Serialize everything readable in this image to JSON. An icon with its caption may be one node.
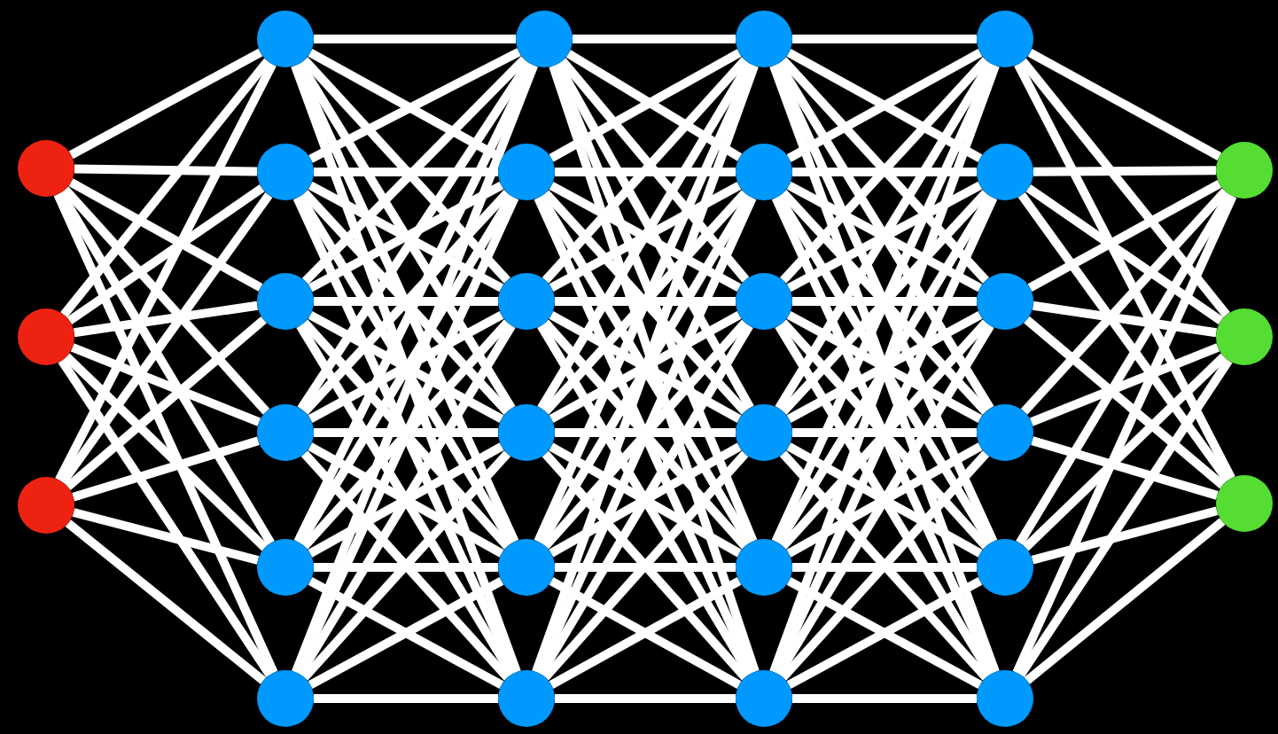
{
  "diagram": {
    "nodes": [
      {
        "text": [],
        "shape": "circle"
      },
      {
        "text": [],
        "shape": "circle"
      },
      {
        "text": [],
        "shape": "circle"
      },
      {
        "text": [],
        "shape": "circle"
      },
      {
        "text": [],
        "shape": "circle"
      },
      {
        "text": [],
        "shape": "circle"
      },
      {
        "text": [],
        "shape": "circle"
      },
      {
        "text": [],
        "shape": "circle"
      },
      {
        "text": [],
        "shape": "circle"
      },
      {
        "text": [],
        "shape": "circle"
      },
      {
        "text": [],
        "shape": "circle"
      },
      {
        "text": [],
        "shape": "circle"
      },
      {
        "text": [],
        "shape": "circle"
      },
      {
        "text": [],
        "shape": "circle"
      },
      {
        "text": [],
        "shape": "circle"
      },
      {
        "text": [],
        "shape": "circle"
      },
      {
        "text": [],
        "shape": "circle"
      },
      {
        "text": [],
        "shape": "circle"
      },
      {
        "text": [],
        "shape": "circle"
      },
      {
        "text": [],
        "shape": "circle"
      },
      {
        "text": [],
        "shape": "circle"
      },
      {
        "text": [],
        "shape": "circle"
      },
      {
        "text": [],
        "shape": "circle"
      },
      {
        "text": [],
        "shape": "circle"
      },
      {
        "text": [],
        "shape": "circle"
      },
      {
        "text": [],
        "shape": "circle"
      },
      {
        "text": [],
        "shape": "circle"
      },
      {
        "text": [],
        "shape": "circle"
      },
      {
        "text": [],
        "shape": "circle"
      },
      {
        "text": [],
        "shape": "circle"
      }
    ],
    "edges": [
      {
        "from": 0,
        "to": 3,
        "arrow": "none"
      },
      {
        "from": 0,
        "to": 4,
        "arrow": "none"
      },
      {
        "from": 0,
        "to": 5,
        "arrow": "none"
      },
      {
        "from": 0,
        "to": 6,
        "arrow": "none"
      },
      {
        "from": 0,
        "to": 7,
        "arrow": "none"
      },
      {
        "from": 0,
        "to": 8,
        "arrow": "none"
      },
      {
        "from": 1,
        "to": 3,
        "arrow": "none"
      },
      {
        "from": 1,
        "to": 4,
        "arrow": "none"
      },
      {
        "from": 1,
        "to": 5,
        "arrow": "none"
      },
      {
        "from": 1,
        "to": 6,
        "arrow": "none"
      },
      {
        "from": 1,
        "to": 7,
        "arrow": "none"
      },
      {
        "from": 1,
        "to": 8,
        "arrow": "none"
      },
      {
        "from": 2,
        "to": 3,
        "arrow": "none"
      },
      {
        "from": 2,
        "to": 4,
        "arrow": "none"
      },
      {
        "from": 2,
        "to": 5,
        "arrow": "none"
      },
      {
        "from": 2,
        "to": 6,
        "arrow": "none"
      },
      {
        "from": 2,
        "to": 7,
        "arrow": "none"
      },
      {
        "from": 2,
        "to": 8,
        "arrow": "none"
      },
      {
        "from": 3,
        "to": 9,
        "arrow": "none"
      },
      {
        "from": 3,
        "to": 10,
        "arrow": "none"
      },
      {
        "from": 3,
        "to": 11,
        "arrow": "none"
      },
      {
        "from": 3,
        "to": 12,
        "arrow": "none"
      },
      {
        "from": 3,
        "to": 13,
        "arrow": "none"
      },
      {
        "from": 3,
        "to": 14,
        "arrow": "none"
      },
      {
        "from": 4,
        "to": 9,
        "arrow": "none"
      },
      {
        "from": 4,
        "to": 10,
        "arrow": "none"
      },
      {
        "from": 4,
        "to": 11,
        "arrow": "none"
      },
      {
        "from": 4,
        "to": 12,
        "arrow": "none"
      },
      {
        "from": 4,
        "to": 13,
        "arrow": "none"
      },
      {
        "from": 4,
        "to": 14,
        "arrow": "none"
      },
      {
        "from": 5,
        "to": 9,
        "arrow": "none"
      },
      {
        "from": 5,
        "to": 10,
        "arrow": "none"
      },
      {
        "from": 5,
        "to": 11,
        "arrow": "none"
      },
      {
        "from": 5,
        "to": 12,
        "arrow": "none"
      },
      {
        "from": 5,
        "to": 13,
        "arrow": "none"
      },
      {
        "from": 5,
        "to": 14,
        "arrow": "none"
      },
      {
        "from": 6,
        "to": 9,
        "arrow": "none"
      },
      {
        "from": 6,
        "to": 10,
        "arrow": "none"
      },
      {
        "from": 6,
        "to": 11,
        "arrow": "none"
      },
      {
        "from": 6,
        "to": 12,
        "arrow": "none"
      },
      {
        "from": 6,
        "to": 13,
        "arrow": "none"
      },
      {
        "from": 6,
        "to": 14,
        "arrow": "none"
      },
      {
        "from": 7,
        "to": 9,
        "arrow": "none"
      },
      {
        "from": 7,
        "to": 10,
        "arrow": "none"
      },
      {
        "from": 7,
        "to": 11,
        "arrow": "none"
      },
      {
        "from": 7,
        "to": 12,
        "arrow": "none"
      },
      {
        "from": 7,
        "to": 13,
        "arrow": "none"
      },
      {
        "from": 7,
        "to": 14,
        "arrow": "none"
      },
      {
        "from": 8,
        "to": 9,
        "arrow": "none"
      },
      {
        "from": 8,
        "to": 10,
        "arrow": "none"
      },
      {
        "from": 8,
        "to": 11,
        "arrow": "none"
      },
      {
        "from": 8,
        "to": 12,
        "arrow": "none"
      },
      {
        "from": 8,
        "to": 13,
        "arrow": "none"
      },
      {
        "from": 8,
        "to": 14,
        "arrow": "none"
      },
      {
        "from": 9,
        "to": 15,
        "arrow": "none"
      },
      {
        "from": 9,
        "to": 16,
        "arrow": "none"
      },
      {
        "from": 9,
        "to": 17,
        "arrow": "none"
      },
      {
        "from": 9,
        "to": 18,
        "arrow": "none"
      },
      {
        "from": 9,
        "to": 19,
        "arrow": "none"
      },
      {
        "from": 9,
        "to": 20,
        "arrow": "none"
      },
      {
        "from": 10,
        "to": 15,
        "arrow": "none"
      },
      {
        "from": 10,
        "to": 16,
        "arrow": "none"
      },
      {
        "from": 10,
        "to": 17,
        "arrow": "none"
      },
      {
        "from": 10,
        "to": 18,
        "arrow": "none"
      },
      {
        "from": 10,
        "to": 19,
        "arrow": "none"
      },
      {
        "from": 10,
        "to": 20,
        "arrow": "none"
      },
      {
        "from": 11,
        "to": 15,
        "arrow": "none"
      },
      {
        "from": 11,
        "to": 16,
        "arrow": "none"
      },
      {
        "from": 11,
        "to": 17,
        "arrow": "none"
      },
      {
        "from": 11,
        "to": 18,
        "arrow": "none"
      },
      {
        "from": 11,
        "to": 19,
        "arrow": "none"
      },
      {
        "from": 11,
        "to": 20,
        "arrow": "none"
      },
      {
        "from": 12,
        "to": 15,
        "arrow": "none"
      },
      {
        "from": 12,
        "to": 16,
        "arrow": "none"
      },
      {
        "from": 12,
        "to": 17,
        "arrow": "none"
      },
      {
        "from": 12,
        "to": 18,
        "arrow": "none"
      },
      {
        "from": 12,
        "to": 19,
        "arrow": "none"
      },
      {
        "from": 12,
        "to": 20,
        "arrow": "none"
      },
      {
        "from": 13,
        "to": 15,
        "arrow": "none"
      },
      {
        "from": 13,
        "to": 16,
        "arrow": "none"
      },
      {
        "from": 13,
        "to": 17,
        "arrow": "none"
      },
      {
        "from": 13,
        "to": 18,
        "arrow": "none"
      },
      {
        "from": 13,
        "to": 19,
        "arrow": "none"
      },
      {
        "from": 13,
        "to": 20,
        "arrow": "none"
      },
      {
        "from": 14,
        "to": 15,
        "arrow": "none"
      },
      {
        "from": 14,
        "to": 16,
        "arrow": "none"
      },
      {
        "from": 14,
        "to": 17,
        "arrow": "none"
      },
      {
        "from": 14,
        "to": 18,
        "arrow": "none"
      },
      {
        "from": 14,
        "to": 19,
        "arrow": "none"
      },
      {
        "from": 14,
        "to": 20,
        "arrow": "none"
      },
      {
        "from": 15,
        "to": 21,
        "arrow": "none"
      },
      {
        "from": 15,
        "to": 22,
        "arrow": "none"
      },
      {
        "from": 15,
        "to": 23,
        "arrow": "none"
      },
      {
        "from": 15,
        "to": 24,
        "arrow": "none"
      },
      {
        "from": 15,
        "to": 25,
        "arrow": "none"
      },
      {
        "from": 15,
        "to": 26,
        "arrow": "none"
      },
      {
        "from": 16,
        "to": 21,
        "arrow": "none"
      },
      {
        "from": 16,
        "to": 22,
        "arrow": "none"
      },
      {
        "from": 16,
        "to": 23,
        "arrow": "none"
      },
      {
        "from": 16,
        "to": 24,
        "arrow": "none"
      },
      {
        "from": 16,
        "to": 25,
        "arrow": "none"
      },
      {
        "from": 16,
        "to": 26,
        "arrow": "none"
      },
      {
        "from": 17,
        "to": 21,
        "arrow": "none"
      },
      {
        "from": 17,
        "to": 22,
        "arrow": "none"
      },
      {
        "from": 17,
        "to": 23,
        "arrow": "none"
      },
      {
        "from": 17,
        "to": 24,
        "arrow": "none"
      },
      {
        "from": 17,
        "to": 25,
        "arrow": "none"
      },
      {
        "from": 17,
        "to": 26,
        "arrow": "none"
      },
      {
        "from": 18,
        "to": 21,
        "arrow": "none"
      },
      {
        "from": 18,
        "to": 22,
        "arrow": "none"
      },
      {
        "from": 18,
        "to": 23,
        "arrow": "none"
      },
      {
        "from": 18,
        "to": 24,
        "arrow": "none"
      },
      {
        "from": 18,
        "to": 25,
        "arrow": "none"
      },
      {
        "from": 18,
        "to": 26,
        "arrow": "none"
      },
      {
        "from": 19,
        "to": 21,
        "arrow": "none"
      },
      {
        "from": 19,
        "to": 22,
        "arrow": "none"
      },
      {
        "from": 19,
        "to": 23,
        "arrow": "none"
      },
      {
        "from": 19,
        "to": 24,
        "arrow": "none"
      },
      {
        "from": 19,
        "to": 25,
        "arrow": "none"
      },
      {
        "from": 19,
        "to": 26,
        "arrow": "none"
      },
      {
        "from": 20,
        "to": 21,
        "arrow": "none"
      },
      {
        "from": 20,
        "to": 22,
        "arrow": "none"
      },
      {
        "from": 20,
        "to": 23,
        "arrow": "none"
      },
      {
        "from": 20,
        "to": 24,
        "arrow": "none"
      },
      {
        "from": 20,
        "to": 25,
        "arrow": "none"
      },
      {
        "from": 20,
        "to": 26,
        "arrow": "none"
      },
      {
        "from": 21,
        "to": 27,
        "arrow": "none"
      },
      {
        "from": 21,
        "to": 28,
        "arrow": "none"
      },
      {
        "from": 21,
        "to": 29,
        "arrow": "none"
      },
      {
        "from": 22,
        "to": 27,
        "arrow": "none"
      },
      {
        "from": 22,
        "to": 28,
        "arrow": "none"
      },
      {
        "from": 22,
        "to": 29,
        "arrow": "none"
      },
      {
        "from": 23,
        "to": 27,
        "arrow": "none"
      },
      {
        "from": 23,
        "to": 28,
        "arrow": "none"
      },
      {
        "from": 23,
        "to": 29,
        "arrow": "none"
      },
      {
        "from": 24,
        "to": 27,
        "arrow": "none"
      },
      {
        "from": 24,
        "to": 28,
        "arrow": "none"
      },
      {
        "from": 24,
        "to": 29,
        "arrow": "none"
      },
      {
        "from": 25,
        "to": 27,
        "arrow": "none"
      },
      {
        "from": 25,
        "to": 28,
        "arrow": "none"
      },
      {
        "from": 25,
        "to": 29,
        "arrow": "none"
      },
      {
        "from": 26,
        "to": 27,
        "arrow": "none"
      },
      {
        "from": 26,
        "to": 28,
        "arrow": "none"
      },
      {
        "from": 26,
        "to": 29,
        "arrow": "none"
      }
    ]
  }
}
